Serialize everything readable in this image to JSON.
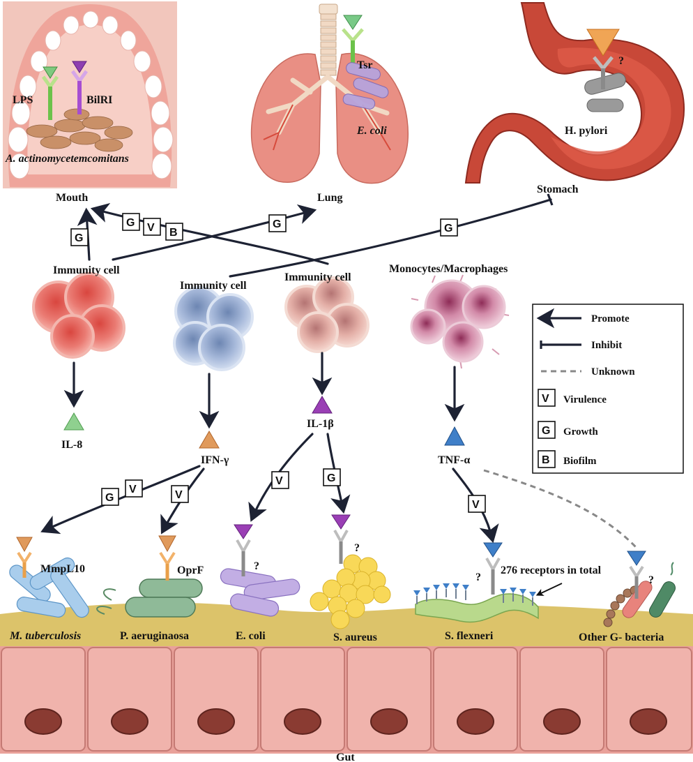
{
  "organs": {
    "mouth": {
      "name": "Mouth",
      "bacterium": "A. actinomycetemcomitans",
      "receptor_a": "LPS",
      "receptor_b": "BilRI"
    },
    "lung": {
      "name": "Lung",
      "bacterium": "E. coli",
      "receptor": "Tsr"
    },
    "stomach": {
      "name": "Stomach",
      "bacterium": "H. pylori",
      "receptor": "?"
    },
    "gut": {
      "name": "Gut"
    }
  },
  "cells": {
    "cell1": {
      "label": "Immunity cell",
      "cytokine": "IL-8",
      "color": "#e8756e"
    },
    "cell2": {
      "label": "Immunity cell",
      "cytokine": "IFN-γ",
      "color": "#a9bcdc"
    },
    "cell3": {
      "label": "Immunity cell",
      "cytokine": "IL-1β",
      "color": "#edb9ae"
    },
    "cell4": {
      "label": "Monocytes/Macrophages",
      "cytokine": "TNF-α",
      "color": "#d79ab1"
    }
  },
  "gut_bacteria": {
    "mtb": {
      "name": "M. tuberculosis",
      "receptor": "MmpL10"
    },
    "pa": {
      "name": "P. aeruginaosa",
      "receptor": "OprF"
    },
    "ecoli": {
      "name": "E. coli",
      "receptor": "?"
    },
    "sa": {
      "name": "S. aureus",
      "receptor": "?"
    },
    "sf": {
      "name": "S. flexneri",
      "receptor": "?",
      "note": "276 receptors in total"
    },
    "other": {
      "name": "Other G- bacteria",
      "receptor": "?"
    }
  },
  "badges": {
    "growth": "G",
    "virulence": "V",
    "biofilm": "B"
  },
  "legend": {
    "promote": "Promote",
    "inhibit": "Inhibit",
    "unknown": "Unknown",
    "virulence_key": "V",
    "virulence": "Virulence",
    "growth_key": "G",
    "growth": "Growth",
    "biofilm_key": "B",
    "biofilm": "Biofilm"
  },
  "colors": {
    "il8": "#6fbf73",
    "ifng": "#e09a5c",
    "il1b": "#9a3fb5",
    "tnfa": "#3f7fc8",
    "path": "#1d2233"
  }
}
